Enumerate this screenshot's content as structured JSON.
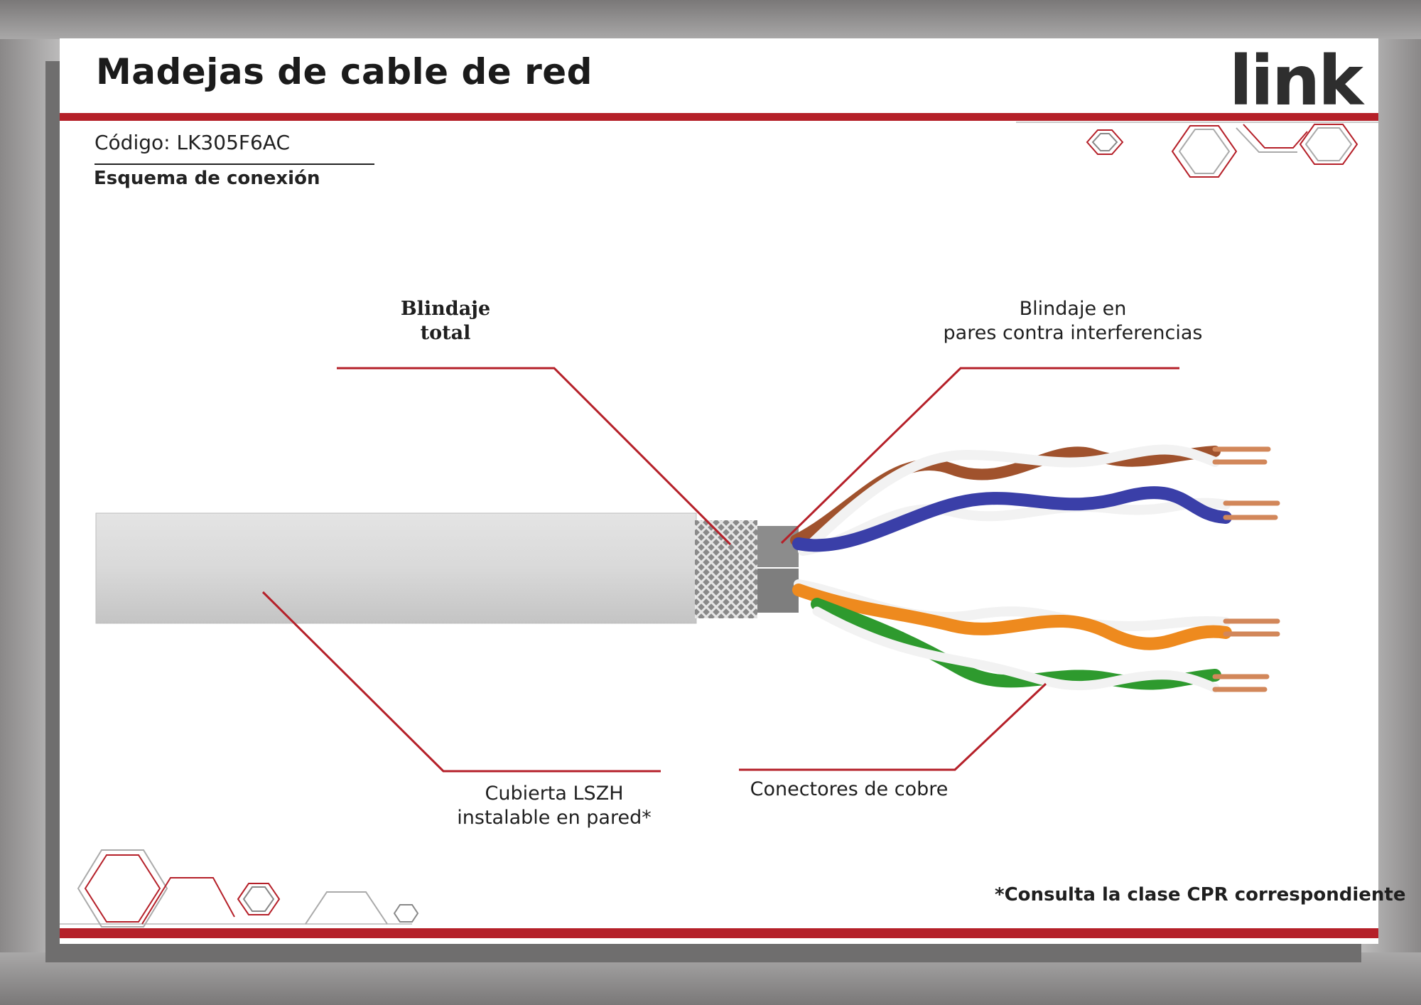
{
  "header": {
    "title": "Madejas de cable de red",
    "logo_text": "link"
  },
  "info": {
    "code": "Código: LK305F6AC",
    "subtitle": "Esquema de conexión"
  },
  "callouts": {
    "total_shield": {
      "line1": "Blindaje",
      "line2": "total"
    },
    "pair_shield": {
      "line1": "Blindaje en",
      "line2": "pares contra interferencias"
    },
    "jacket": {
      "line1": "Cubierta LSZH",
      "line2": "instalable en pared*"
    },
    "copper": {
      "line1": "Conectores de cobre"
    }
  },
  "footnote": "*Consulta la clase CPR correspondiente",
  "colors": {
    "accent_red": "#b52029",
    "jacket_grey": "#d6d6d6",
    "pair_brown": "#a0522d",
    "pair_blue": "#3a3fa8",
    "pair_orange": "#ee8a1e",
    "pair_green": "#2e9a2e",
    "copper": "#d2875a"
  }
}
